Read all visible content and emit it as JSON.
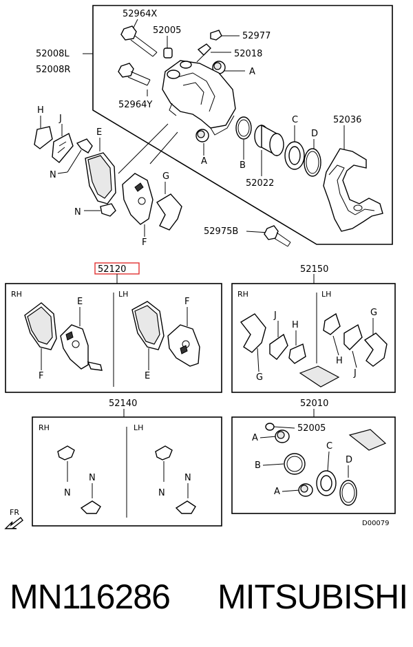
{
  "callouts": {
    "c52964x": "52964X",
    "c52005_top": "52005",
    "c52977": "52977",
    "c52018": "52018",
    "c52008l": "52008L",
    "c52008r": "52008R",
    "c52964y": "52964Y",
    "c52036": "52036",
    "c52022": "52022",
    "c52975b": "52975B",
    "kA": "A",
    "kB": "B",
    "kC": "C",
    "kD": "D",
    "kE": "E",
    "kF": "F",
    "kG": "G",
    "kH": "H",
    "kJ": "J",
    "kN": "N"
  },
  "kits": {
    "pad_set": {
      "number": "52120",
      "highlight_color": "#e03030"
    },
    "shim_kit": {
      "number": "52150"
    },
    "clip_kit": {
      "number": "52140"
    },
    "seal_kit": {
      "number": "52010",
      "inner_callout": "52005"
    }
  },
  "sides": {
    "rh": "RH",
    "lh": "LH"
  },
  "front_indicator": "FR",
  "diagram_code": "D00079",
  "footer": {
    "part_number": "MN116286",
    "brand": "MITSUBISHI"
  }
}
